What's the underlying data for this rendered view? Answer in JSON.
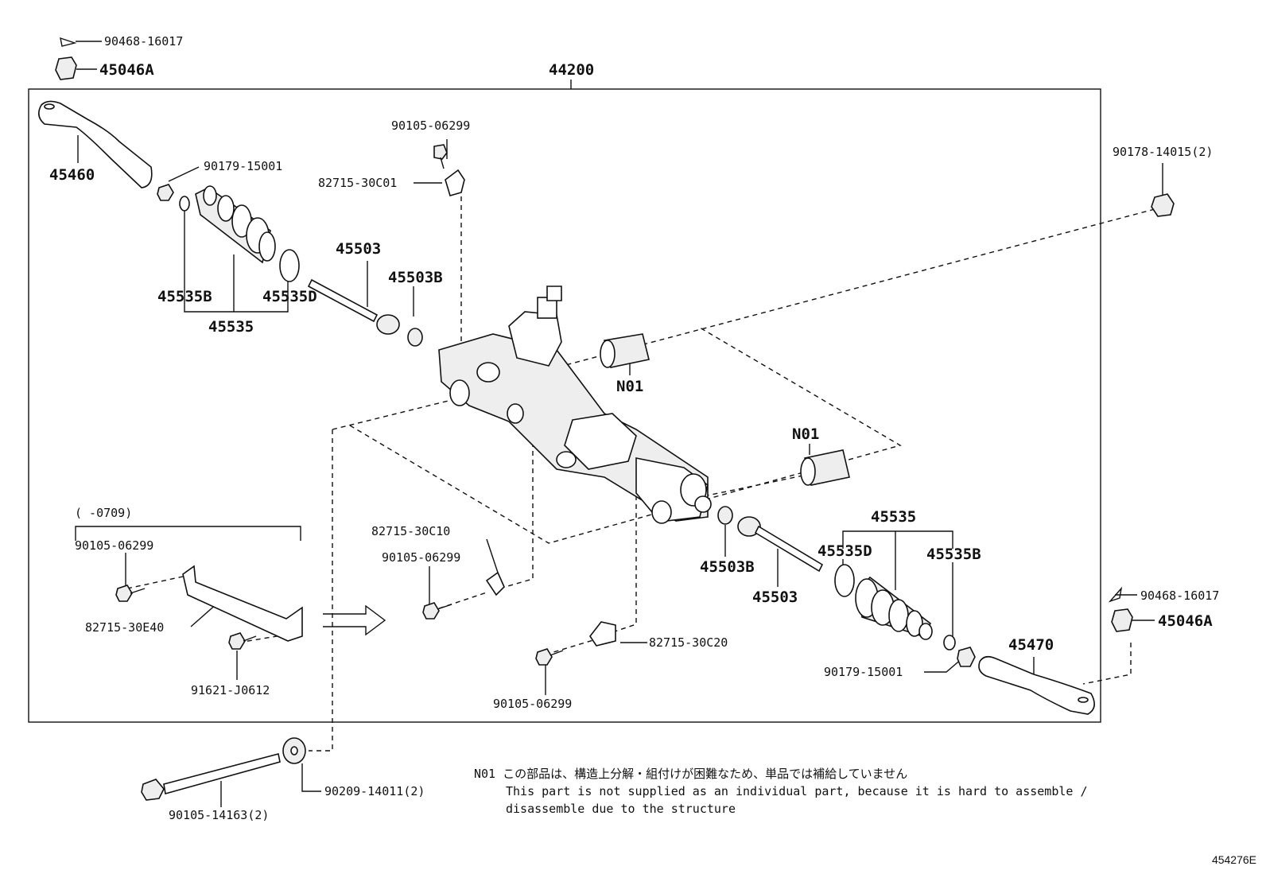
{
  "labels": {
    "cotter_pin_top": "90468-16017",
    "nut_top": "45046A",
    "assembly": "44200",
    "bolt_top": "90105-06299",
    "tie_rod_end_left": "45460",
    "nut_left": "90179-15001",
    "bracket_top": "82715-30C01",
    "nut_right_top": "90178-14015(2)",
    "inner_rod_left": "45503",
    "washer_left": "45503B",
    "clamp_left": "45535B",
    "band_left": "45535D",
    "boot_left": "45535",
    "n01_upper": "N01",
    "n01_lower": "N01",
    "date_range": "(      -0709)",
    "bolt_inset": "90105-06299",
    "bracket_inset": "82715-30E40",
    "bolt_inset_lower": "91621-J0612",
    "bracket_mid": "82715-30C10",
    "bolt_mid": "90105-06299",
    "washer_right": "45503B",
    "inner_rod_right": "45503",
    "boot_right": "45535",
    "band_right": "45535D",
    "clamp_right": "45535B",
    "cotter_pin_right": "90468-16017",
    "nut_right": "45046A",
    "tie_rod_end_right": "45470",
    "bracket_low": "82715-30C20",
    "nut_right_low": "90179-15001",
    "bolt_low": "90105-06299",
    "long_bolt": "90105-14163(2)",
    "washer_long": "90209-14011(2)"
  },
  "note": {
    "code": "N01",
    "jp": "この部品は、構造上分解・組付けが困難なため、単品では補給していません",
    "en1": "This part is not supplied as an individual part, because it is hard to assemble /",
    "en2": "disassemble due to the structure"
  },
  "reference": "454276E"
}
